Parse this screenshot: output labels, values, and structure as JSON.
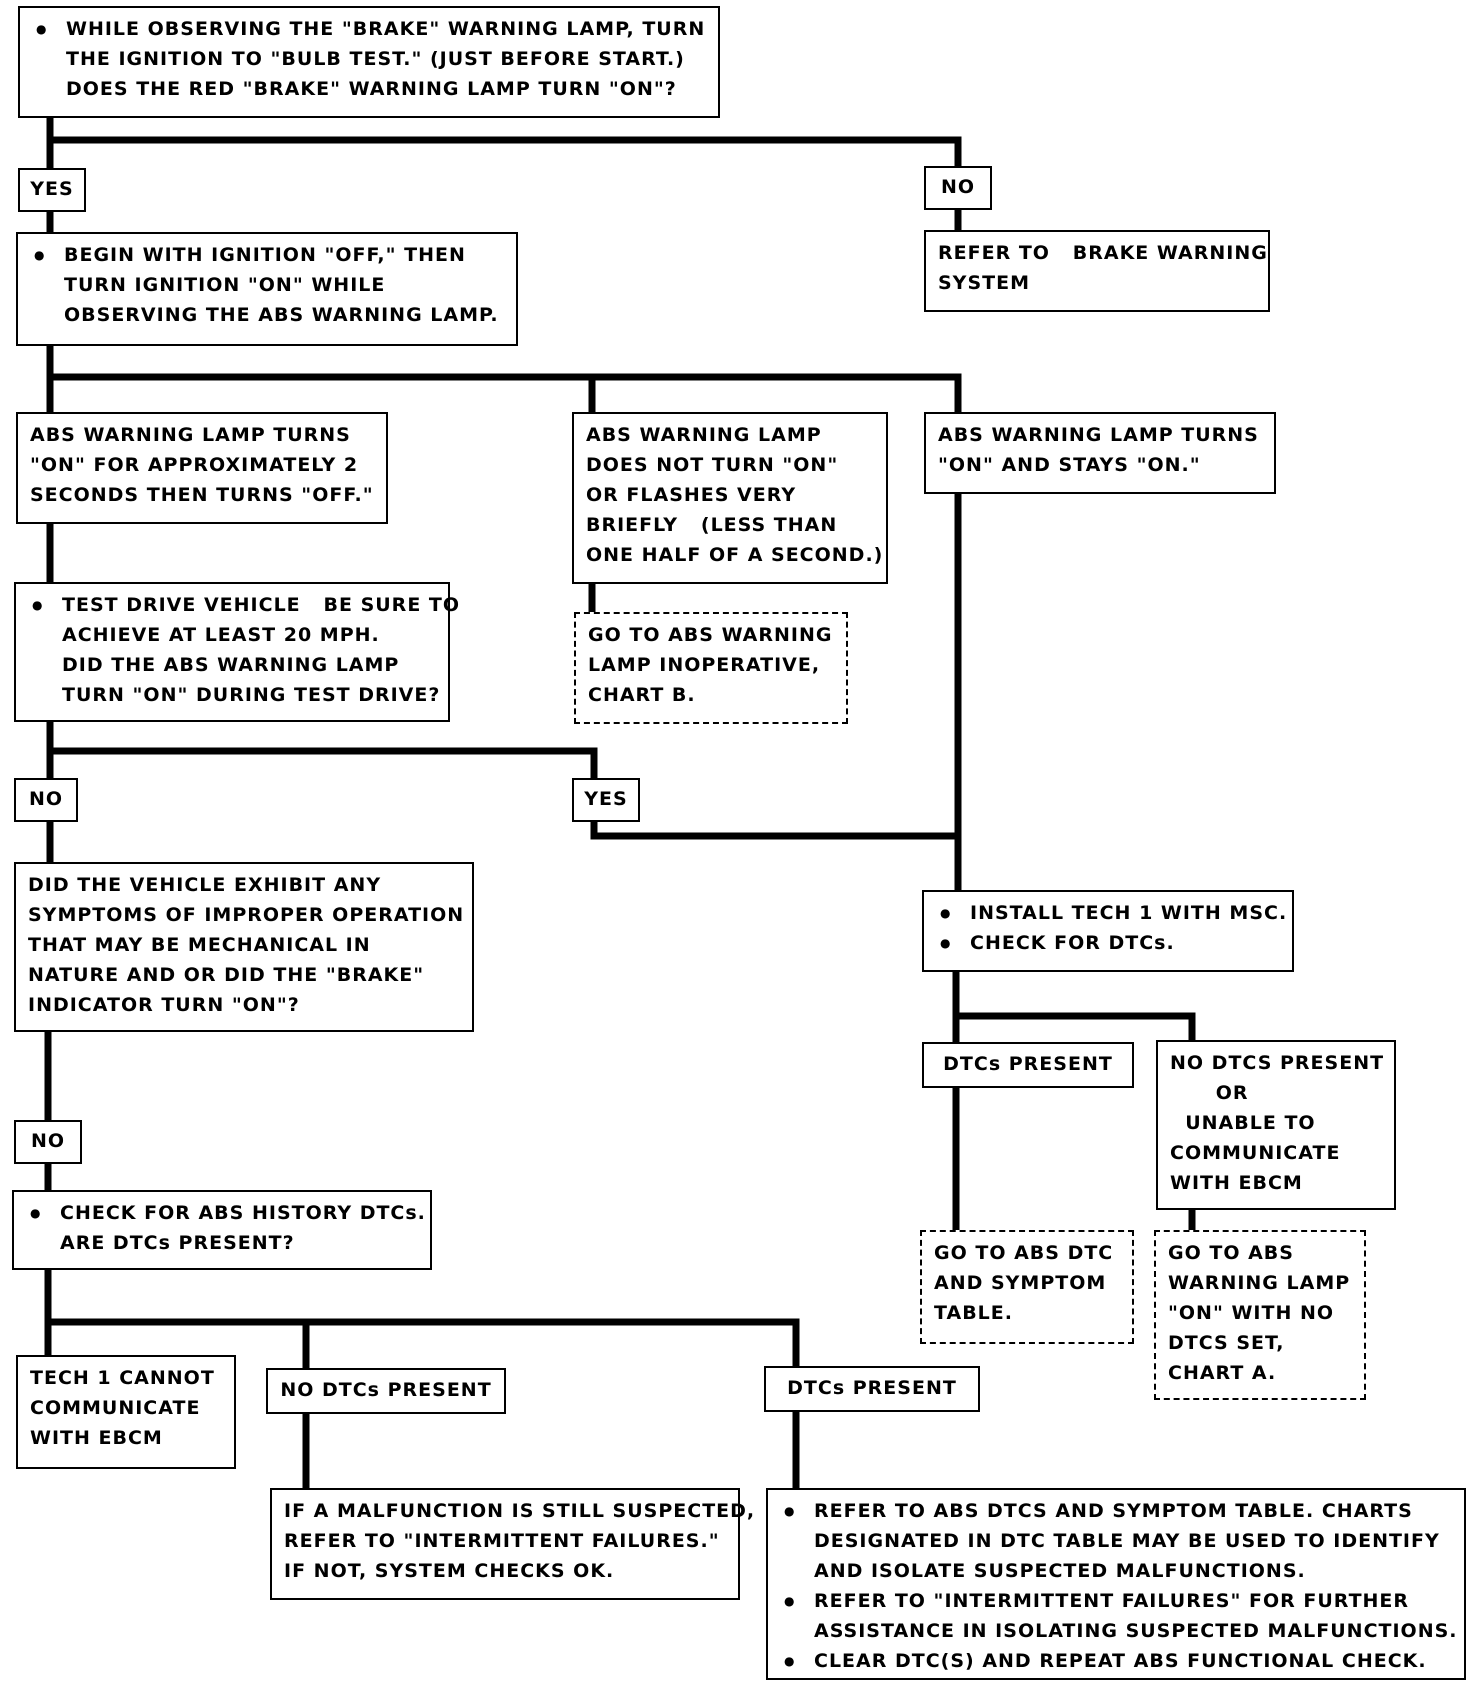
{
  "nodes": {
    "q_brake_lamp": {
      "lines": [
        "WHILE OBSERVING THE \"BRAKE\" WARNING LAMP, TURN\nTHE IGNITION TO \"BULB TEST.\" (JUST BEFORE START.)\nDOES THE RED \"BRAKE\" WARNING LAMP TURN \"ON\"?"
      ]
    },
    "yes1": "YES",
    "no1": "NO",
    "refer_brake": "REFER TO   BRAKE WARNING\nSYSTEM",
    "begin_ignition": {
      "lines": [
        "BEGIN WITH IGNITION \"OFF,\" THEN\nTURN IGNITION \"ON\" WHILE\nOBSERVING THE ABS WARNING LAMP."
      ]
    },
    "abs_2sec": "ABS WARNING LAMP TURNS\n\"ON\" FOR APPROXIMATELY 2\nSECONDS THEN TURNS \"OFF.\"",
    "abs_not_on": "ABS WARNING LAMP\nDOES NOT TURN \"ON\"\nOR FLASHES VERY\nBRIEFLY   (LESS THAN\nONE HALF OF A SECOND.)",
    "abs_stays_on": "ABS WARNING LAMP TURNS\n\"ON\" AND STAYS \"ON.\"",
    "test_drive": {
      "lines": [
        "TEST DRIVE VEHICLE   BE SURE TO\nACHIEVE AT LEAST 20 MPH.\nDID THE ABS WARNING LAMP\nTURN \"ON\" DURING TEST DRIVE?"
      ]
    },
    "chart_b": "GO TO ABS WARNING\nLAMP INOPERATIVE,\nCHART B.",
    "no2": "NO",
    "yes2": "YES",
    "symptoms_q": "DID THE VEHICLE EXHIBIT ANY\nSYMPTOMS OF IMPROPER OPERATION\nTHAT MAY BE MECHANICAL IN\nNATURE AND OR DID THE \"BRAKE\"\nINDICATOR TURN \"ON\"?",
    "install_tech1": {
      "lines": [
        "INSTALL TECH 1 WITH MSC.",
        "CHECK FOR DTCs."
      ]
    },
    "dtcs_present_r": "DTCs PRESENT",
    "no_dtcs_r": "NO DTCs PRESENT\n      OR\n  UNABLE TO\nCOMMUNICATE\nWITH EBCM",
    "no3": "NO",
    "abs_history": {
      "lines": [
        "CHECK FOR ABS HISTORY DTCs.\nARE DTCs PRESENT?"
      ]
    },
    "symptom_table": "GO TO ABS DTC\nAND SYMPTOM\nTABLE.",
    "chart_a": "GO TO ABS\nWARNING LAMP\n\"ON\" WITH NO\nDTCs SET,\nCHART A.",
    "tech1_cannot": "TECH 1 CANNOT\nCOMMUNICATE\nWITH EBCM",
    "no_dtcs_bottom": "NO DTCs PRESENT",
    "dtcs_present_bottom": "DTCs PRESENT",
    "intermittent_ok": "IF A MALFUNCTION IS STILL SUSPECTED,\nREFER TO \"INTERMITTENT FAILURES.\"\nIF NOT, SYSTEM CHECKS OK.",
    "final_steps": {
      "lines": [
        "REFER TO ABS DTCs AND SYMPTOM TABLE. CHARTS\nDESIGNATED IN DTC TABLE MAY BE USED TO IDENTIFY\nAND ISOLATE SUSPECTED MALFUNCTIONS.",
        "REFER TO \"INTERMITTENT FAILURES\" FOR FURTHER\nASSISTANCE IN ISOLATING SUSPECTED MALFUNCTIONS.",
        "CLEAR DTC(S) AND REPEAT ABS FUNCTIONAL CHECK."
      ]
    }
  }
}
